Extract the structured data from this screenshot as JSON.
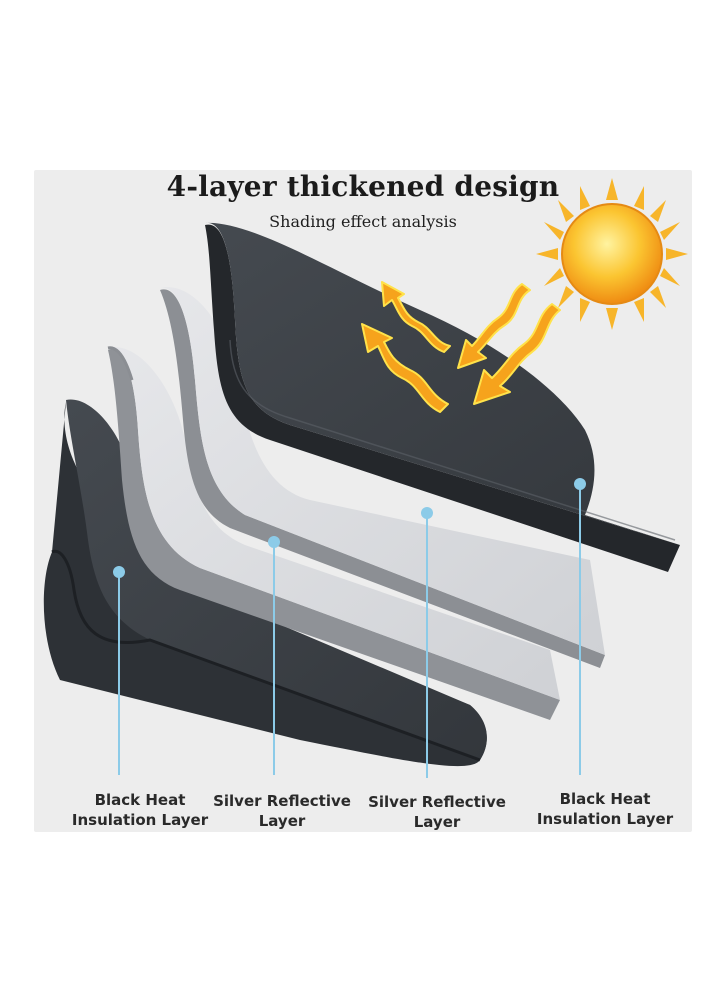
{
  "title": "4-layer thickened design",
  "subtitle": "Shading effect analysis",
  "labels": [
    {
      "line1": "Black Heat",
      "line2": "Insulation Layer"
    },
    {
      "line1": "Silver Reflective",
      "line2": "Layer"
    },
    {
      "line1": "Silver Reflective",
      "line2": "Layer"
    },
    {
      "line1": "Black Heat",
      "line2": "Insulation Layer"
    }
  ],
  "colors": {
    "black_layer": "#3c4045",
    "black_layer_edge": "#24272b",
    "silver_layer": "#dcdde0",
    "silver_layer_edge": "#8b8e93",
    "leader_line": "#8ccbe8",
    "sun": "#f7b52a",
    "arrow": "#f6a31c",
    "arrow_glow": "#ffe24a"
  },
  "icons": [
    "sun-icon",
    "heat-arrow-icon"
  ]
}
